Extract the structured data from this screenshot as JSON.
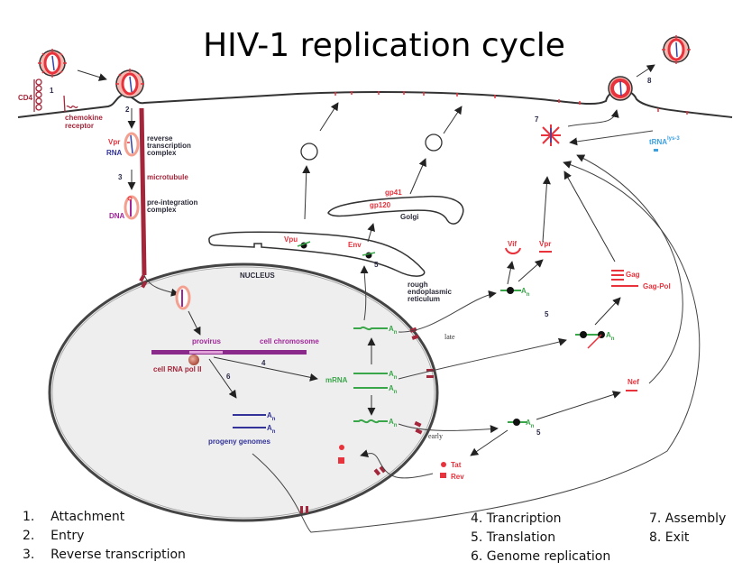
{
  "title": "HIV-1 replication cycle",
  "labels": {
    "cd4": "CD4",
    "chemokine_receptor_1": "chemokine",
    "chemokine_receptor_2": "receptor",
    "vpr_left": "Vpr",
    "rna": "RNA",
    "rtc_1": "reverse",
    "rtc_2": "transcription",
    "rtc_3": "complex",
    "microtubule": "microtubule",
    "pic_1": "pre-integration",
    "pic_2": "complex",
    "dna": "DNA",
    "nucleus": "NUCLEUS",
    "provirus": "provirus",
    "cell_chromosome": "cell chromosome",
    "cell_rna_pol": "cell RNA pol II",
    "progeny_genomes": "progeny genomes",
    "mrna": "mRNA",
    "poly_a": "A",
    "poly_a_sub": "n",
    "late": "late",
    "early": "early",
    "vpu": "Vpu",
    "env": "Env",
    "gp41": "gp41",
    "gp120": "gp120",
    "golgi": "Golgi",
    "rer_1": "rough",
    "rer_2": "endoplasmic",
    "rer_3": "reticulum",
    "vif": "Vif",
    "vpr_right": "Vpr",
    "gag": "Gag",
    "gag_pol": "Gag-Pol",
    "nef": "Nef",
    "tat": "Tat",
    "rev": "Rev",
    "trna": "tRNA",
    "trna_sup": "lys-3"
  },
  "step_numbers": {
    "s1": "1",
    "s2": "2",
    "s3": "3",
    "s4": "4",
    "s5a": "5",
    "s5b": "5",
    "s5c": "5",
    "s6": "6",
    "s7": "7",
    "s8": "8"
  },
  "legend": {
    "col1": [
      "1.    Attachment",
      "2.    Entry",
      "3.    Reverse transcription"
    ],
    "col2": [
      "4. Trancription",
      "5. Translation",
      "6. Genome replication"
    ],
    "col3": [
      "7. Assembly",
      "8. Exit"
    ]
  },
  "colors": {
    "viral_red": "#e8323c",
    "microtubule": "#a3263a",
    "mrna_green": "#3aa64a",
    "genome_blue": "#33339a",
    "provirus_purple": "#a0269a",
    "trna_cyan": "#3aa0e0",
    "nucleus_fill": "#eeeeee"
  }
}
